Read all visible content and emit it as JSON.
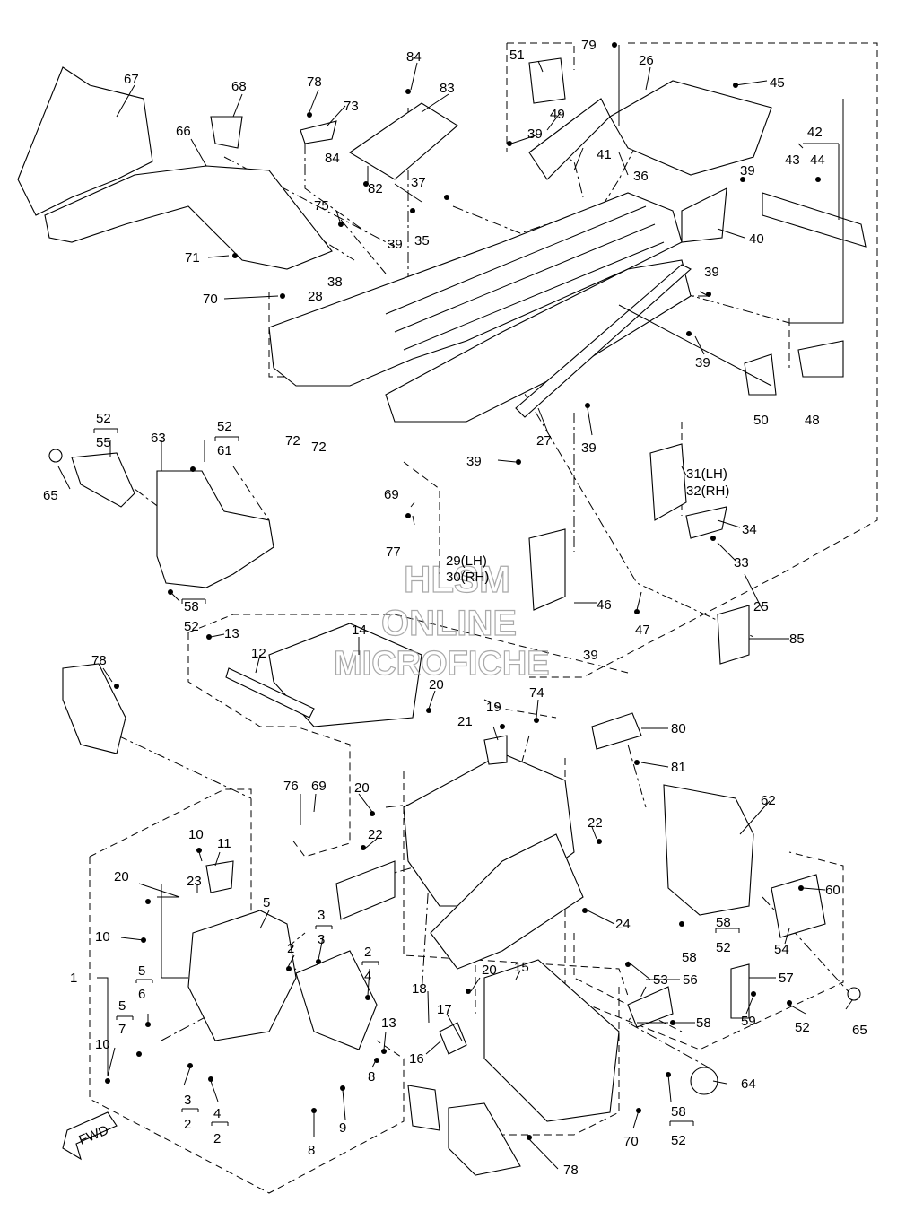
{
  "watermark": {
    "line1": "HLSM",
    "line2": "ONLINE",
    "line3": "MICROFICHE"
  },
  "fwd_label": "FWD",
  "labels": {
    "l1": "1",
    "l2a": "2",
    "l2b": "2",
    "l2c": "2",
    "l2d": "2",
    "l3a": "3",
    "l3b": "3",
    "l4a": "4",
    "l4b": "4",
    "l5a": "5",
    "l5b": "5",
    "l5c": "5",
    "l6": "6",
    "l7": "7",
    "l8a": "8",
    "l8b": "8",
    "l9": "9",
    "l10a": "10",
    "l10b": "10",
    "l10c": "10",
    "l11": "11",
    "l12": "12",
    "l13a": "13",
    "l13b": "13",
    "l14": "14",
    "l15": "15",
    "l16": "16",
    "l17": "17",
    "l18": "18",
    "l19": "19",
    "l20a": "20",
    "l20b": "20",
    "l20c": "20",
    "l20d": "20",
    "l21": "21",
    "l22a": "22",
    "l22b": "22",
    "l23": "23",
    "l24": "24",
    "l25": "25",
    "l26": "26",
    "l27": "27",
    "l28": "28",
    "l29": "29(LH)",
    "l30": "30(RH)",
    "l31": "31(LH)",
    "l32": "32(RH)",
    "l33": "33",
    "l34": "34",
    "l35": "35",
    "l36": "36",
    "l37": "37",
    "l38": "38",
    "l39a": "39",
    "l39b": "39",
    "l39c": "39",
    "l39d": "39",
    "l39e": "39",
    "l39f": "39",
    "l39g": "39",
    "l39h": "39",
    "l40": "40",
    "l41": "41",
    "l42": "42",
    "l43": "43",
    "l44": "44",
    "l45": "45",
    "l46": "46",
    "l47": "47",
    "l48": "48",
    "l49": "49",
    "l50": "50",
    "l51": "51",
    "l52a": "52",
    "l52b": "52",
    "l52c": "52",
    "l52d": "52",
    "l52e": "52",
    "l52f": "52",
    "l53": "53",
    "l54": "54",
    "l55": "55",
    "l56": "56",
    "l57": "57",
    "l58a": "58",
    "l58b": "58",
    "l58c": "58",
    "l58d": "58",
    "l58e": "58",
    "l59": "59",
    "l60": "60",
    "l61": "61",
    "l62": "62",
    "l63": "63",
    "l64": "64",
    "l65a": "65",
    "l65b": "65",
    "l66": "66",
    "l67": "67",
    "l68": "68",
    "l69a": "69",
    "l69b": "69",
    "l70a": "70",
    "l70b": "70",
    "l71": "71",
    "l72a": "72",
    "l72b": "72",
    "l73": "73",
    "l74": "74",
    "l75": "75",
    "l76": "76",
    "l77": "77",
    "l78a": "78",
    "l78b": "78",
    "l78c": "78",
    "l79": "79",
    "l80": "80",
    "l81": "81",
    "l82": "82",
    "l83": "83",
    "l84a": "84",
    "l84b": "84",
    "l85": "85"
  }
}
